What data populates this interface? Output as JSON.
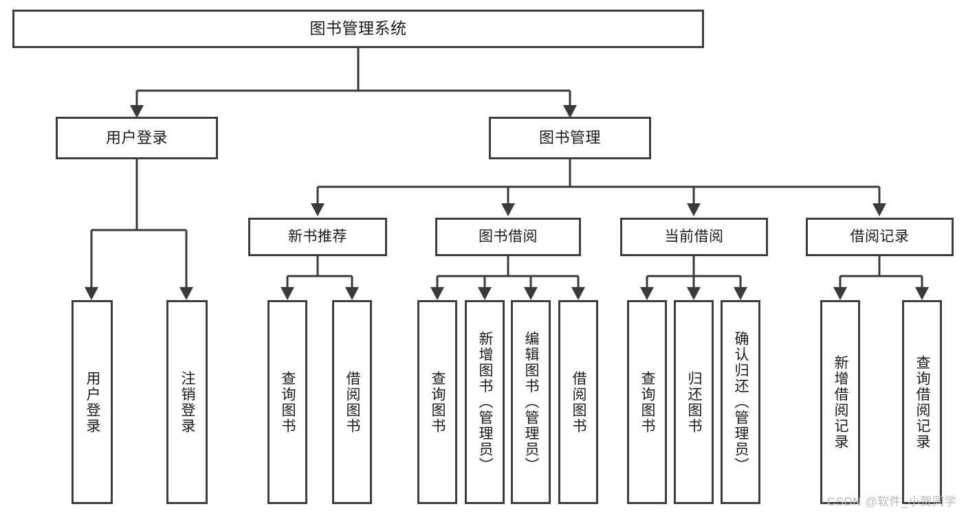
{
  "diagram": {
    "type": "hierarchy-tree",
    "title": "图书管理系统",
    "orientation": "top-down",
    "colors": {
      "box_border": "#3d3d3d",
      "box_fill": "#ffffff",
      "connector": "#3a3a3a",
      "text": "#1a1a1a",
      "watermark": "#b9b9b9"
    },
    "nodes": {
      "root": {
        "label": "图书管理系统",
        "level": 1
      },
      "user_login": {
        "label": "用户登录",
        "level": 2
      },
      "book_manage": {
        "label": "图书管理",
        "level": 2
      },
      "new_book_recommend": {
        "label": "新书推荐",
        "level": 3
      },
      "book_borrow": {
        "label": "图书借阅",
        "level": 3
      },
      "current_borrow": {
        "label": "当前借阅",
        "level": 3
      },
      "borrow_record": {
        "label": "借阅记录",
        "level": 3
      },
      "leaf_user_login": {
        "label": "用户登录",
        "level": 4
      },
      "leaf_logout": {
        "label": "注销登录",
        "level": 4
      },
      "leaf_query_book_1": {
        "label": "查询图书",
        "level": 4
      },
      "leaf_borrow_book_1": {
        "label": "借阅图书",
        "level": 4
      },
      "leaf_query_book_2": {
        "label": "查询图书",
        "level": 4
      },
      "leaf_add_book": {
        "label": "新增图书（管理员）",
        "level": 4
      },
      "leaf_edit_book": {
        "label": "编辑图书（管理员）",
        "level": 4
      },
      "leaf_borrow_book_2": {
        "label": "借阅图书",
        "level": 4
      },
      "leaf_query_book_3": {
        "label": "查询图书",
        "level": 4
      },
      "leaf_return_book": {
        "label": "归还图书",
        "level": 4
      },
      "leaf_confirm_return": {
        "label": "确认归还（管理员）",
        "level": 4
      },
      "leaf_add_record": {
        "label": "新增借阅记录",
        "level": 4
      },
      "leaf_query_record": {
        "label": "查询借阅记录",
        "level": 4
      }
    },
    "edges": [
      {
        "from": "root",
        "to": "user_login"
      },
      {
        "from": "root",
        "to": "book_manage"
      },
      {
        "from": "user_login",
        "to": "leaf_user_login"
      },
      {
        "from": "user_login",
        "to": "leaf_logout"
      },
      {
        "from": "book_manage",
        "to": "new_book_recommend"
      },
      {
        "from": "book_manage",
        "to": "book_borrow"
      },
      {
        "from": "book_manage",
        "to": "current_borrow"
      },
      {
        "from": "book_manage",
        "to": "borrow_record"
      },
      {
        "from": "new_book_recommend",
        "to": "leaf_query_book_1"
      },
      {
        "from": "new_book_recommend",
        "to": "leaf_borrow_book_1"
      },
      {
        "from": "book_borrow",
        "to": "leaf_query_book_2"
      },
      {
        "from": "book_borrow",
        "to": "leaf_add_book"
      },
      {
        "from": "book_borrow",
        "to": "leaf_edit_book"
      },
      {
        "from": "book_borrow",
        "to": "leaf_borrow_book_2"
      },
      {
        "from": "current_borrow",
        "to": "leaf_query_book_3"
      },
      {
        "from": "current_borrow",
        "to": "leaf_return_book"
      },
      {
        "from": "current_borrow",
        "to": "leaf_confirm_return"
      },
      {
        "from": "borrow_record",
        "to": "leaf_add_record"
      },
      {
        "from": "borrow_record",
        "to": "leaf_query_record"
      }
    ]
  },
  "watermark": {
    "text": "CSDN @软件_小贺同学"
  }
}
